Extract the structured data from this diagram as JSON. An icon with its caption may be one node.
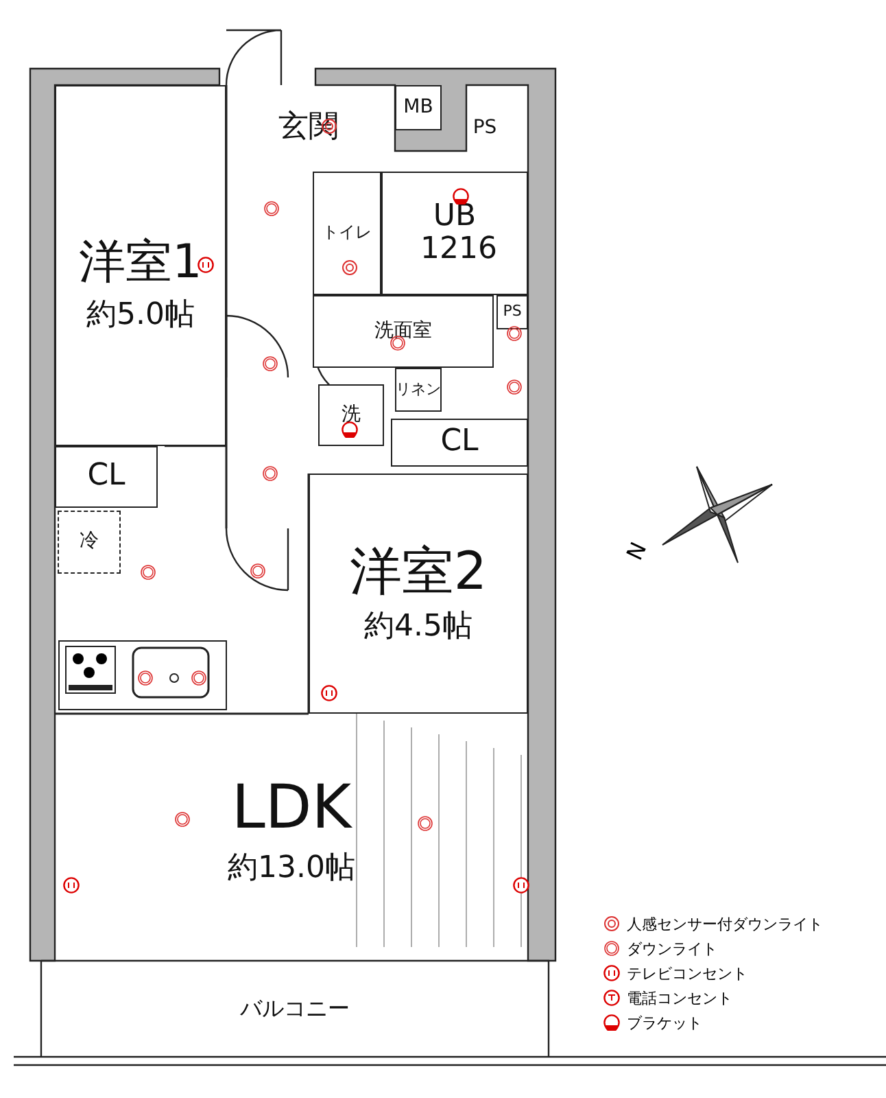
{
  "diagram": {
    "nodes": [
      {
        "text": [
          "洋室1",
          "約5.0帖"
        ]
      },
      {
        "text": [
          "玄関"
        ]
      },
      {
        "text": [
          "MB"
        ]
      },
      {
        "text": [
          "PS"
        ]
      },
      {
        "text": [
          "トイレ"
        ]
      },
      {
        "text": [
          "UB 1216"
        ]
      },
      {
        "text": [
          "洗面室"
        ]
      },
      {
        "text": [
          "PS"
        ]
      },
      {
        "text": [
          "リネン"
        ]
      },
      {
        "text": [
          "洗"
        ]
      },
      {
        "text": [
          "CL"
        ]
      },
      {
        "text": [
          "CL"
        ]
      },
      {
        "text": [
          "冷"
        ]
      },
      {
        "text": [
          "洋室2",
          "約4.5帖"
        ]
      },
      {
        "text": [
          "LDK",
          "約13.0帖"
        ]
      },
      {
        "text": [
          "バルコニー"
        ]
      }
    ],
    "edges": [],
    "labels": [
      "N"
    ],
    "legend": [
      {
        "text": "人感センサー付ダウンライト"
      },
      {
        "text": "ダウンライト"
      },
      {
        "text": "テレビコンセント"
      },
      {
        "text": "電話コンセント"
      },
      {
        "text": "ブラケット"
      }
    ]
  }
}
